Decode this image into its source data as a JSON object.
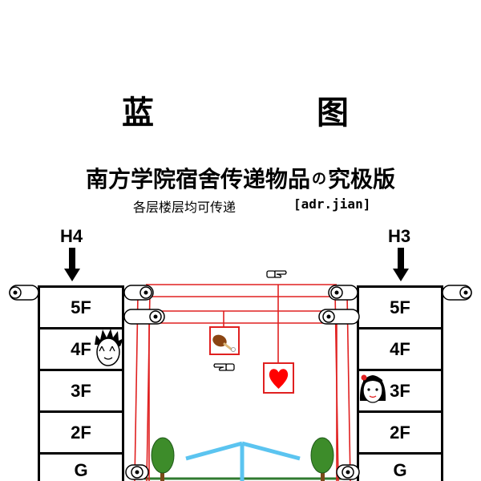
{
  "title": {
    "char1": "蓝",
    "char2": "图"
  },
  "subtitle": {
    "part1": "南方学院宿舍传递物品",
    "particle": "の",
    "part2": "究极版"
  },
  "tagline": {
    "text": "各层楼层均可传递",
    "note": "[adr.jian]"
  },
  "buildings": {
    "left": {
      "label": "H4",
      "floors": [
        "5F",
        "4F",
        "3F",
        "2F",
        "G"
      ]
    },
    "right": {
      "label": "H3",
      "floors": [
        "5F",
        "4F",
        "3F",
        "2F",
        "G"
      ]
    }
  },
  "icons": {
    "arrow": "down-arrow-icon",
    "pulley": "pulley-icon",
    "hand": "pointing-hand-icon",
    "drumstick": "chicken-drumstick-icon",
    "heart": "heart-icon",
    "boy": "spiky-hair-boy-icon",
    "girl": "girl-with-bow-icon",
    "tree": "tree-icon",
    "path": "footpath-icon"
  },
  "colors": {
    "rope": "#e02020",
    "heart": "#ff0000",
    "drumstick": "#8b4513",
    "tree": "#3d8c2a",
    "trunk": "#7a4a1a",
    "path": "#5bc4f0",
    "grass": "#2f7a2f"
  }
}
